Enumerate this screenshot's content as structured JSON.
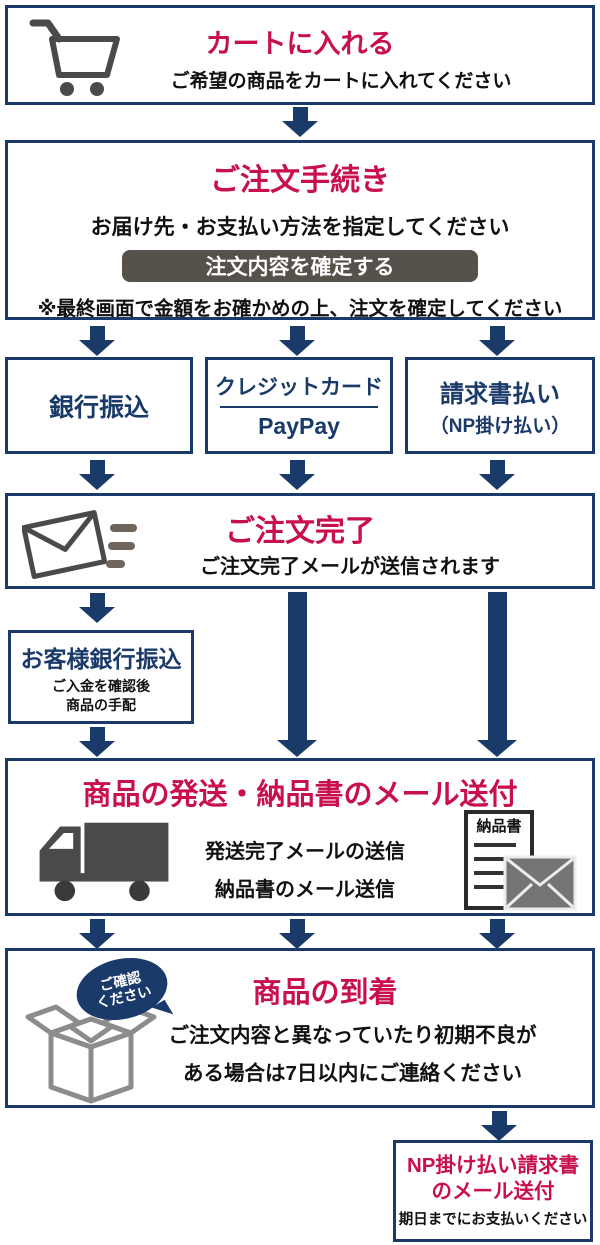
{
  "colors": {
    "navy": "#1A3A69",
    "red": "#C8104E",
    "button_bg": "#57514B",
    "icon_gray": "#4A4A4A",
    "text": "#111111"
  },
  "icons": [
    "cart-icon",
    "mail-sent-icon",
    "truck-icon",
    "delivery-note-mail-icon",
    "open-box-icon",
    "check-bubble",
    "arrow-down-icon"
  ],
  "steps": {
    "cart": {
      "title": "カートに入れる",
      "subtitle": "ご希望の商品をカートに入れてください"
    },
    "order": {
      "title": "ご注文手続き",
      "subtitle": "お届け先・お支払い方法を指定してください",
      "button": "注文内容を確定する",
      "note": "※最終画面で金額をお確かめの上、注文を確定してください"
    },
    "payments": [
      {
        "label": "銀行振込"
      },
      {
        "label_top": "クレジットカード",
        "label_bottom": "PayPay"
      },
      {
        "label": "請求書払い",
        "label2": "（NP掛け払い）"
      }
    ],
    "complete": {
      "title": "ご注文完了",
      "subtitle": "ご注文完了メールが送信されます"
    },
    "bank_transfer": {
      "title": "お客様銀行振込",
      "line1": "ご入金を確認後",
      "line2": "商品の手配"
    },
    "shipping": {
      "title": "商品の発送・納品書のメール送付",
      "line1": "発送完了メールの送信",
      "line2": "納品書のメール送信",
      "doc_label": "納品書"
    },
    "arrival": {
      "title": "商品の到着",
      "bubble_line1": "ご確認",
      "bubble_line2": "ください",
      "line1": "ご注文内容と異なっていたり初期不良が",
      "line2": "ある場合は7日以内にご連絡ください"
    },
    "np_invoice": {
      "title_line1": "NP掛け払い請求書",
      "title_line2": "のメール送付",
      "note": "期日までにお支払いください"
    }
  }
}
